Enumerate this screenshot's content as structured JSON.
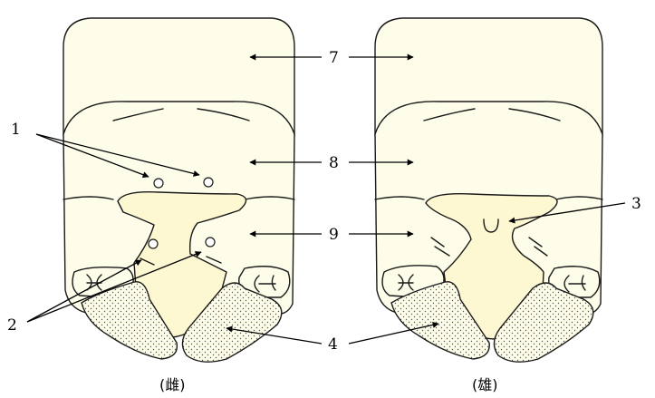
{
  "labels": {
    "n1": "1",
    "n2": "2",
    "n3": "3",
    "n4": "4",
    "n7": "7",
    "n8": "8",
    "n9": "9"
  },
  "captions": {
    "female": "(雌)",
    "male": "(雄)"
  },
  "colors": {
    "segment_fill": "#fefdea",
    "sternite_fill": "#fdf8d2",
    "outline": "#1a1a1a"
  }
}
